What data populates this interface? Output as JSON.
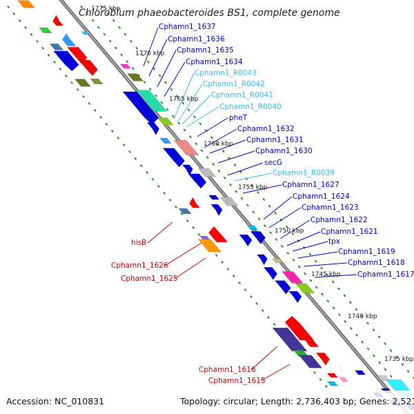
{
  "title": "Chlorobium phaeobacteroides BS1, complete genome",
  "accession": "Accession: NC_010831",
  "summary": "Topology: circular; Length: 2,736,403 bp; Genes: 2,521",
  "partial_top_label": "1775 kbp",
  "colors": {
    "backbone": "#8c8c8c",
    "tick": "#1e8c1e",
    "label_blue": "#0000cc",
    "label_cyan": "#33bbee",
    "label_red": "#cc0000"
  },
  "kbp_markers": [
    {
      "label": "1770 kbp"
    },
    {
      "label": "1765 kbp"
    },
    {
      "label": "1760 kbp"
    },
    {
      "label": "1755 kbp"
    },
    {
      "label": "1750 kbp"
    },
    {
      "label": "1745 kbp"
    },
    {
      "label": "1740 kbp"
    },
    {
      "label": "1735 kbp"
    }
  ],
  "gene_labels": [
    {
      "name": "Cphamn1_1637",
      "color": "blue"
    },
    {
      "name": "Cphamn1_1636",
      "color": "blue"
    },
    {
      "name": "Cphamn1_1635",
      "color": "blue"
    },
    {
      "name": "Cphamn1_1634",
      "color": "blue"
    },
    {
      "name": "Cphamn1_R0043",
      "color": "cyan"
    },
    {
      "name": "Cphamn1_R0042",
      "color": "cyan"
    },
    {
      "name": "Cphamn1_R0041",
      "color": "cyan"
    },
    {
      "name": "Cphamn1_R0040",
      "color": "cyan"
    },
    {
      "name": "pheT",
      "color": "blue"
    },
    {
      "name": "Cphamn1_1632",
      "color": "blue"
    },
    {
      "name": "Cphamn1_1631",
      "color": "blue"
    },
    {
      "name": "Cphamn1_1630",
      "color": "blue"
    },
    {
      "name": "secG",
      "color": "blue"
    },
    {
      "name": "Cphamn1_R0039",
      "color": "cyan"
    },
    {
      "name": "Cphamn1_1627",
      "color": "blue"
    },
    {
      "name": "Cphamn1_1624",
      "color": "blue"
    },
    {
      "name": "Cphamn1_1623",
      "color": "blue"
    },
    {
      "name": "Cphamn1_1622",
      "color": "blue"
    },
    {
      "name": "Cphamn1_1621",
      "color": "blue"
    },
    {
      "name": "tpx",
      "color": "blue"
    },
    {
      "name": "Cphamn1_1619",
      "color": "blue"
    },
    {
      "name": "Cphamn1_1618",
      "color": "blue"
    },
    {
      "name": "Cphamn1_1617",
      "color": "blue"
    },
    {
      "name": "hisB",
      "color": "red"
    },
    {
      "name": "Cphamn1_1626",
      "color": "red"
    },
    {
      "name": "Cphamn1_1625",
      "color": "red"
    },
    {
      "name": "Cphamn1_1616",
      "color": "red"
    },
    {
      "name": "Cphamn1_1615",
      "color": "red"
    }
  ]
}
